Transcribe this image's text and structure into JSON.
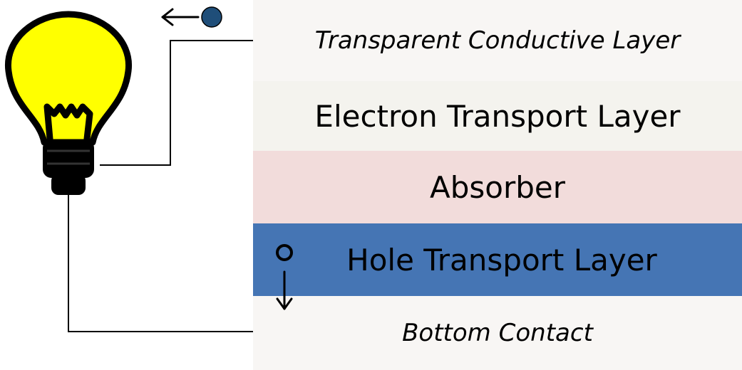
{
  "colors": {
    "transparent_conductive": "#f8f6f4",
    "electron_transport": "#f4f3ee",
    "absorber": "#f2dcdb",
    "hole_transport": "#4575b4",
    "bottom_contact": "#f8f6f4",
    "bulb_fill": "#ffff00",
    "electron_dot": "#1f4e79",
    "wire": "#000000"
  },
  "layers": [
    {
      "label": "Transparent Conductive Layer",
      "color_key": "transparent_conductive"
    },
    {
      "label": "Electron Transport Layer",
      "color_key": "electron_transport"
    },
    {
      "label": "Absorber",
      "color_key": "absorber"
    },
    {
      "label": "Hole Transport Layer",
      "color_key": "hole_transport"
    },
    {
      "label": "Bottom Contact",
      "color_key": "bottom_contact"
    }
  ],
  "icons": {
    "bulb": "light-bulb-icon",
    "electron": "electron-dot-icon",
    "hole": "hole-circle-icon",
    "left_arrow": "left-arrow-icon",
    "down_arrow": "down-arrow-icon"
  }
}
